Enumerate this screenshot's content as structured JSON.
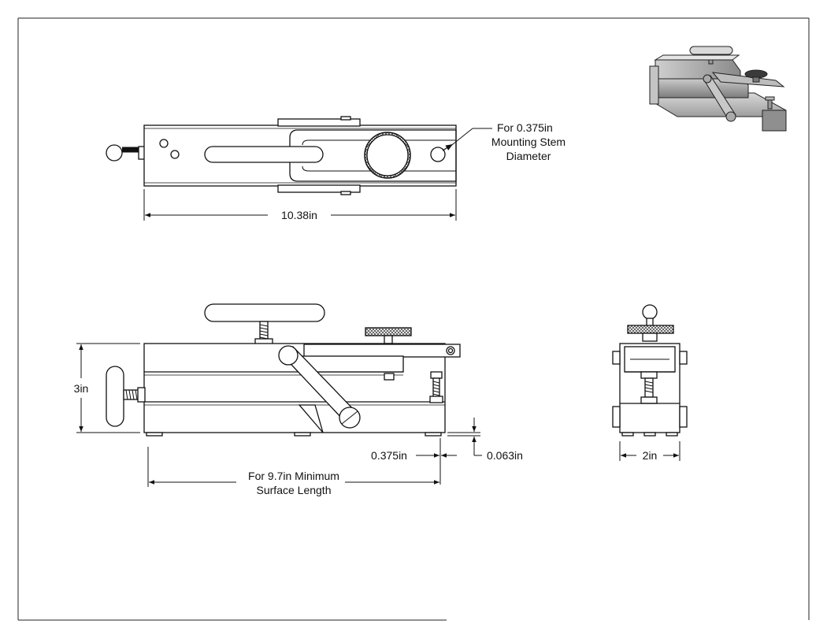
{
  "drawing": {
    "top_view": {
      "overall_length": "10.38in",
      "callout_line1": "For 0.375in",
      "callout_line2": "Mounting Stem",
      "callout_line3": "Diameter"
    },
    "side_view": {
      "height": "3in",
      "foot_offset": "0.375in",
      "foot_height": "0.063in",
      "surface_line1": "For 9.7in Minimum",
      "surface_line2": "Surface Length"
    },
    "end_view": {
      "width": "2in"
    }
  }
}
